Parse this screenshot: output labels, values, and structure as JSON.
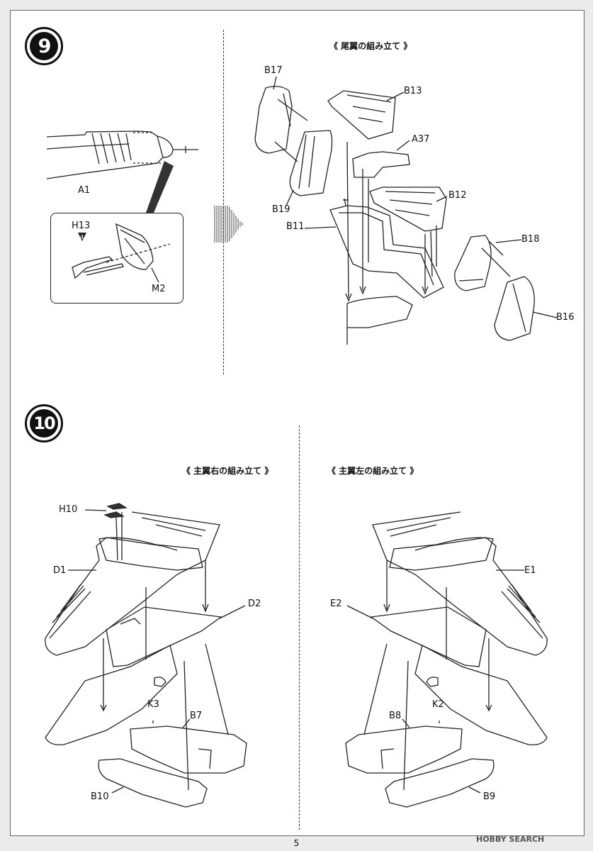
{
  "step9": {
    "number": "9",
    "title": "《 尾翼の組み立て 》",
    "labels": {
      "a1": "A1",
      "h13": "H13",
      "h13_qty": "4",
      "m2": "M2",
      "b17": "B17",
      "b13": "B13",
      "a37": "A37",
      "b12": "B12",
      "b19": "B19",
      "b11": "B11",
      "b18": "B18",
      "b16": "B16"
    }
  },
  "step10": {
    "number": "10",
    "right_title": "《 主翼右の組み立て 》",
    "left_title": "《 主翼左の組み立て 》",
    "labels": {
      "h10": "H10",
      "d1": "D1",
      "d2": "D2",
      "k3": "K3",
      "b7": "B7",
      "b10": "B10",
      "e1": "E1",
      "e2": "E2",
      "k2": "K2",
      "b8": "B8",
      "b9": "B9"
    }
  },
  "page_number": "5",
  "watermark": "HOBBY SEARCH"
}
